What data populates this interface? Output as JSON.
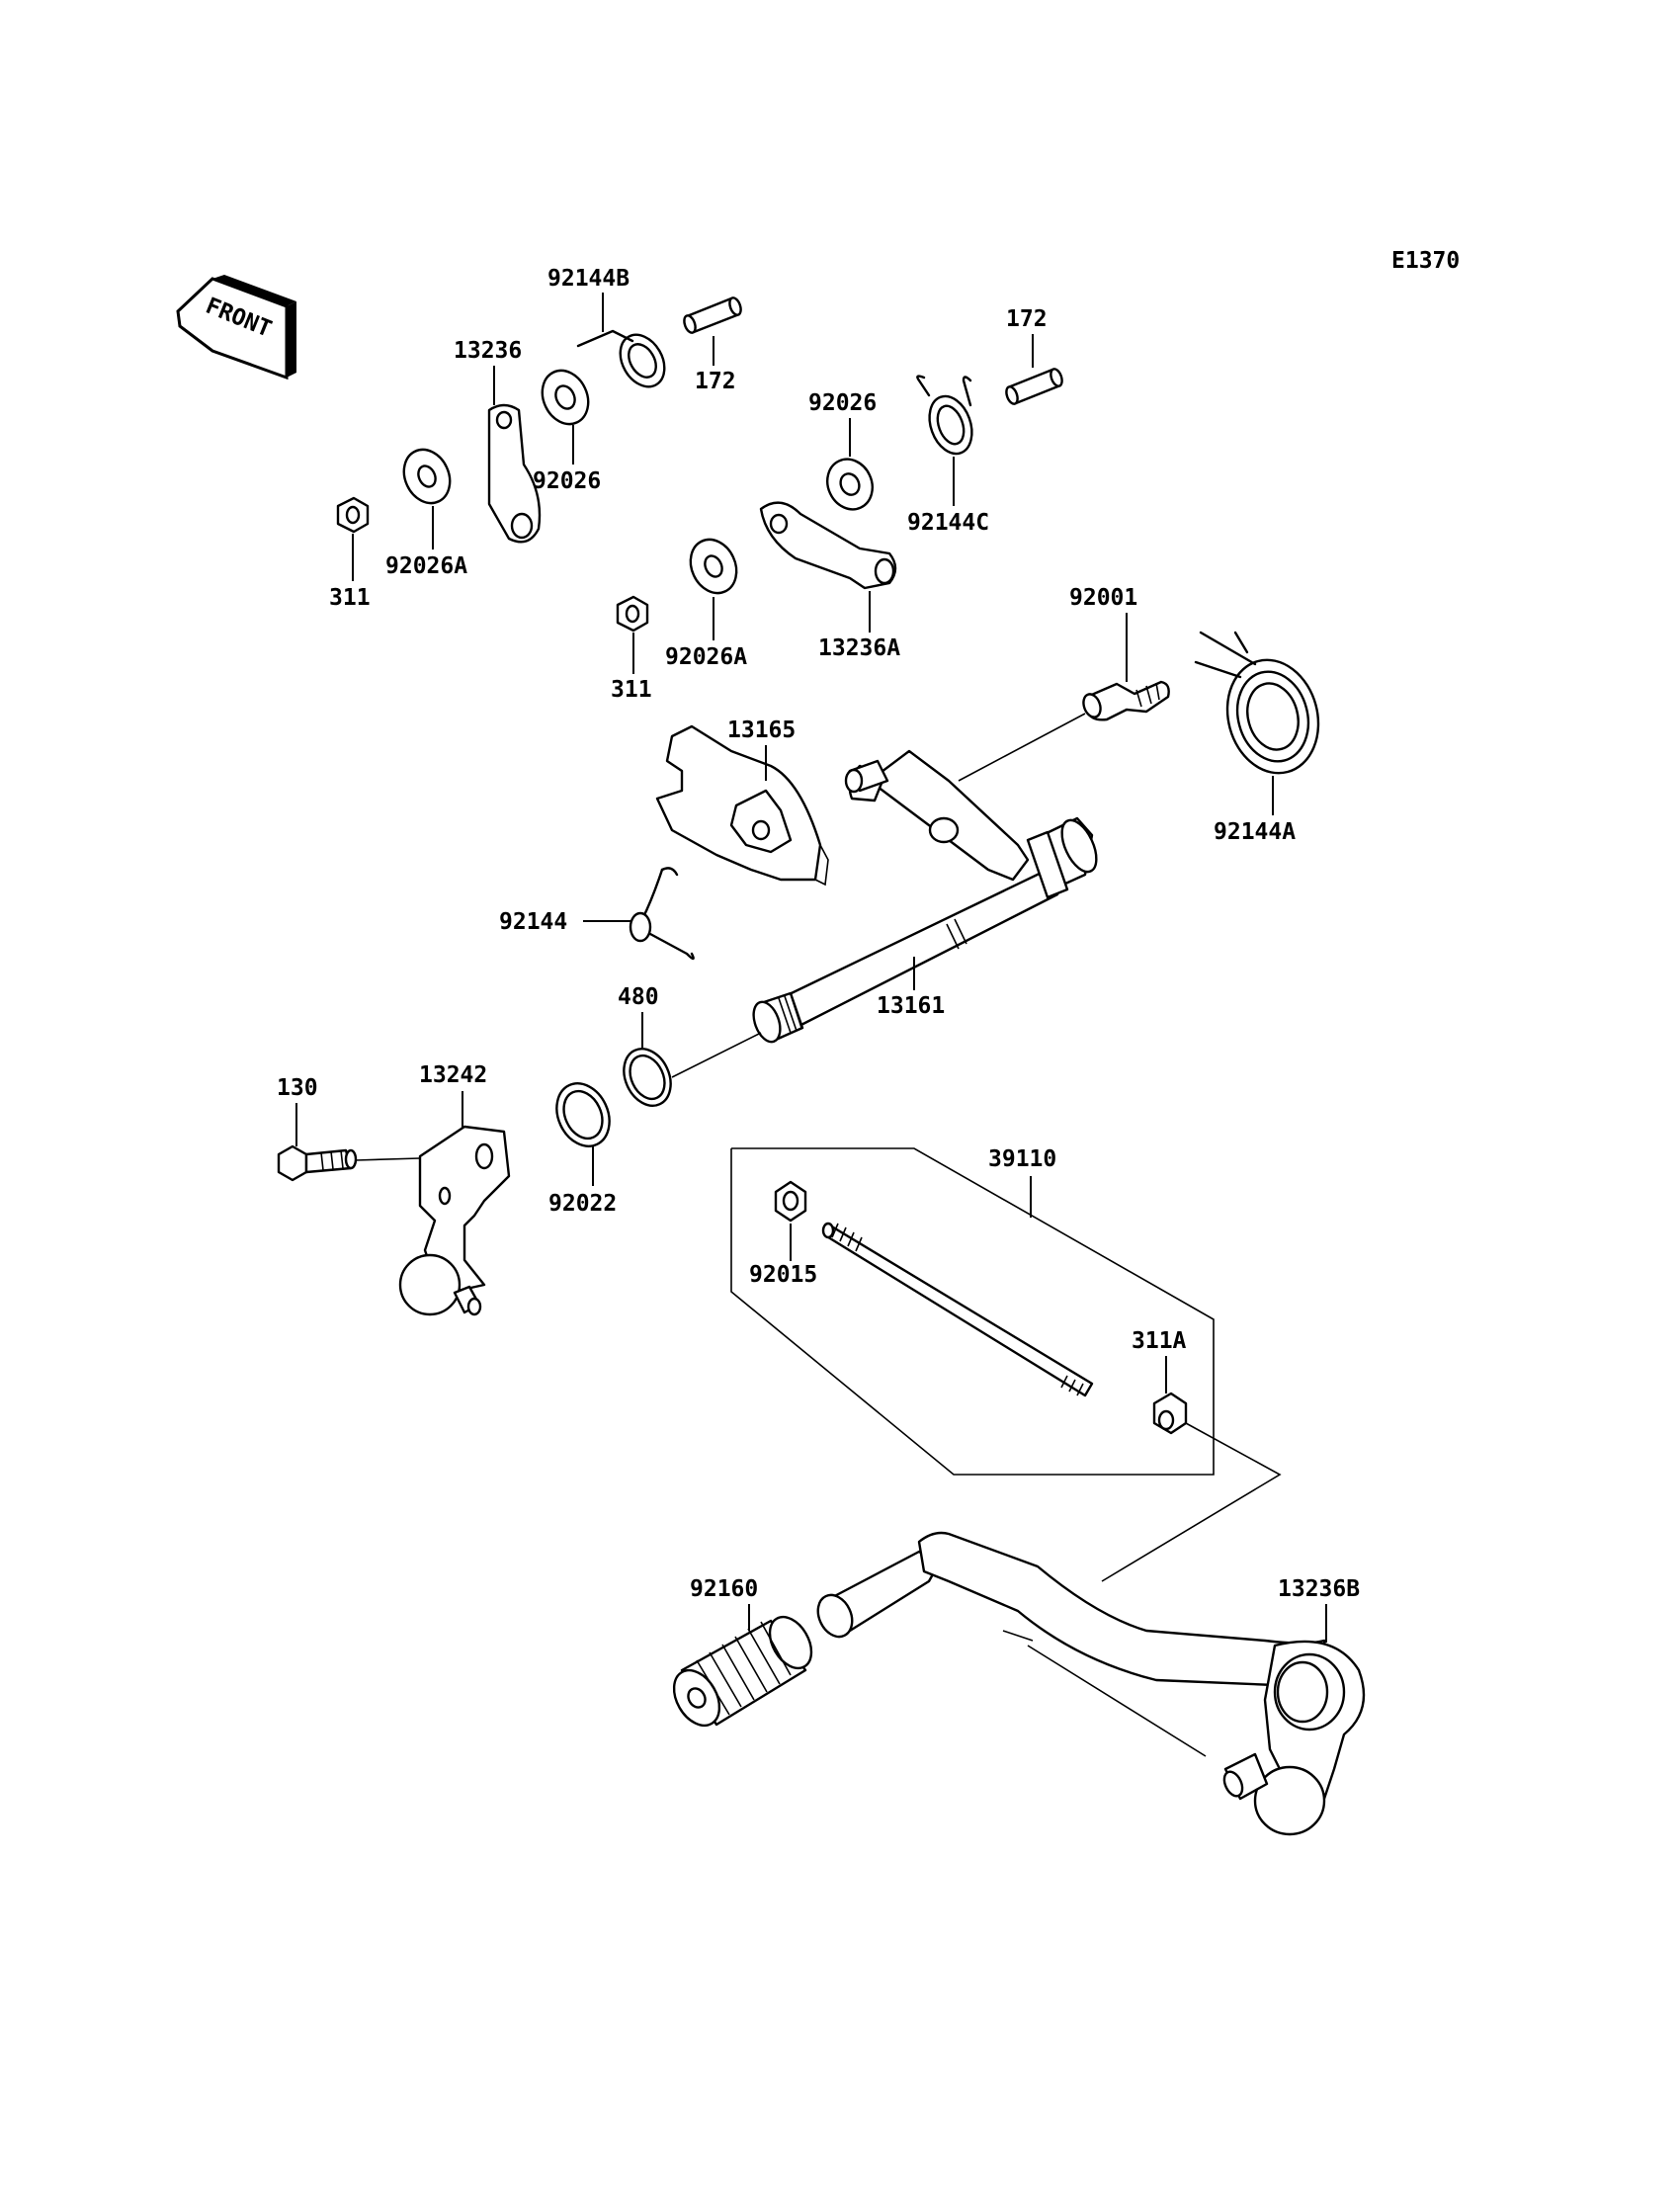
{
  "diagram": {
    "code": "E1370",
    "front_label": "FRONT",
    "labels": {
      "p92144B": "92144B",
      "p172a": "172",
      "p172b": "172",
      "p13236": "13236",
      "p92026a": "92026",
      "p92026b": "92026",
      "p92026A1": "92026A",
      "p92026A2": "92026A",
      "p311a": "311",
      "p311b": "311",
      "p92144C": "92144C",
      "p13236A": "13236A",
      "p92001": "92001",
      "p92144A": "92144A",
      "p13165": "13165",
      "p92144": "92144",
      "p13161": "13161",
      "p480": "480",
      "p130": "130",
      "p13242": "13242",
      "p92022": "92022",
      "p39110": "39110",
      "p92015": "92015",
      "p311A": "311A",
      "p92160": "92160",
      "p13236B": "13236B"
    }
  }
}
